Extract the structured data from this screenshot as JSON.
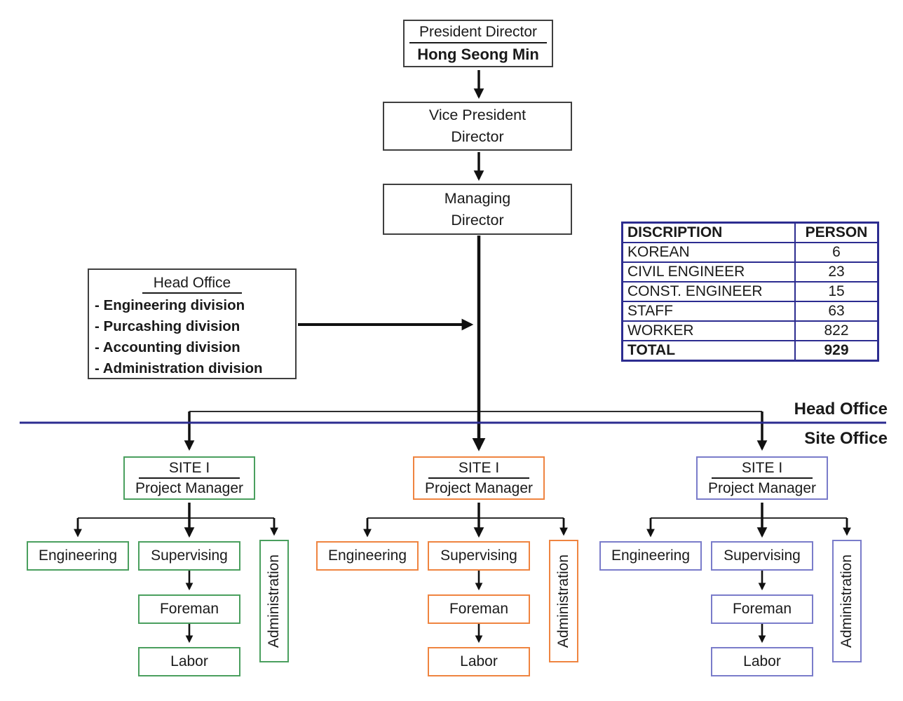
{
  "chain": {
    "president": {
      "title": "President Director",
      "name": "Hong Seong Min"
    },
    "vice_president": [
      "Vice President",
      "Director"
    ],
    "managing_director": [
      "Managing",
      "Director"
    ]
  },
  "head_office_box": {
    "title": "Head Office",
    "items": [
      "- Engineering division",
      "- Purcashing division",
      "- Accounting division",
      "- Administration division"
    ]
  },
  "staff_table": {
    "headers": [
      "DISCRIPTION",
      "PERSON"
    ],
    "rows": [
      [
        "KOREAN",
        "6"
      ],
      [
        "CIVIL ENGINEER",
        "23"
      ],
      [
        "CONST. ENGINEER",
        "15"
      ],
      [
        "STAFF",
        "63"
      ],
      [
        "WORKER",
        "822"
      ],
      [
        "TOTAL",
        "929"
      ]
    ]
  },
  "divider": {
    "above": "Head Office",
    "below": "Site Office"
  },
  "sites": [
    {
      "name": "SITE I",
      "manager": "Project Manager",
      "color": "#4a9f5e",
      "engineering": "Engineering",
      "supervising": "Supervising",
      "foreman": "Foreman",
      "labor": "Labor",
      "administration": "Administration"
    },
    {
      "name": "SITE I",
      "manager": "Project Manager",
      "color": "#ef8440",
      "engineering": "Engineering",
      "supervising": "Supervising",
      "foreman": "Foreman",
      "labor": "Labor",
      "administration": "Administration"
    },
    {
      "name": "SITE I",
      "manager": "Project Manager",
      "color": "#7a7cca",
      "engineering": "Engineering",
      "supervising": "Supervising",
      "foreman": "Foreman",
      "labor": "Labor",
      "administration": "Administration"
    }
  ],
  "colors": {
    "navy": "#2c2c90",
    "line": "#111111"
  }
}
